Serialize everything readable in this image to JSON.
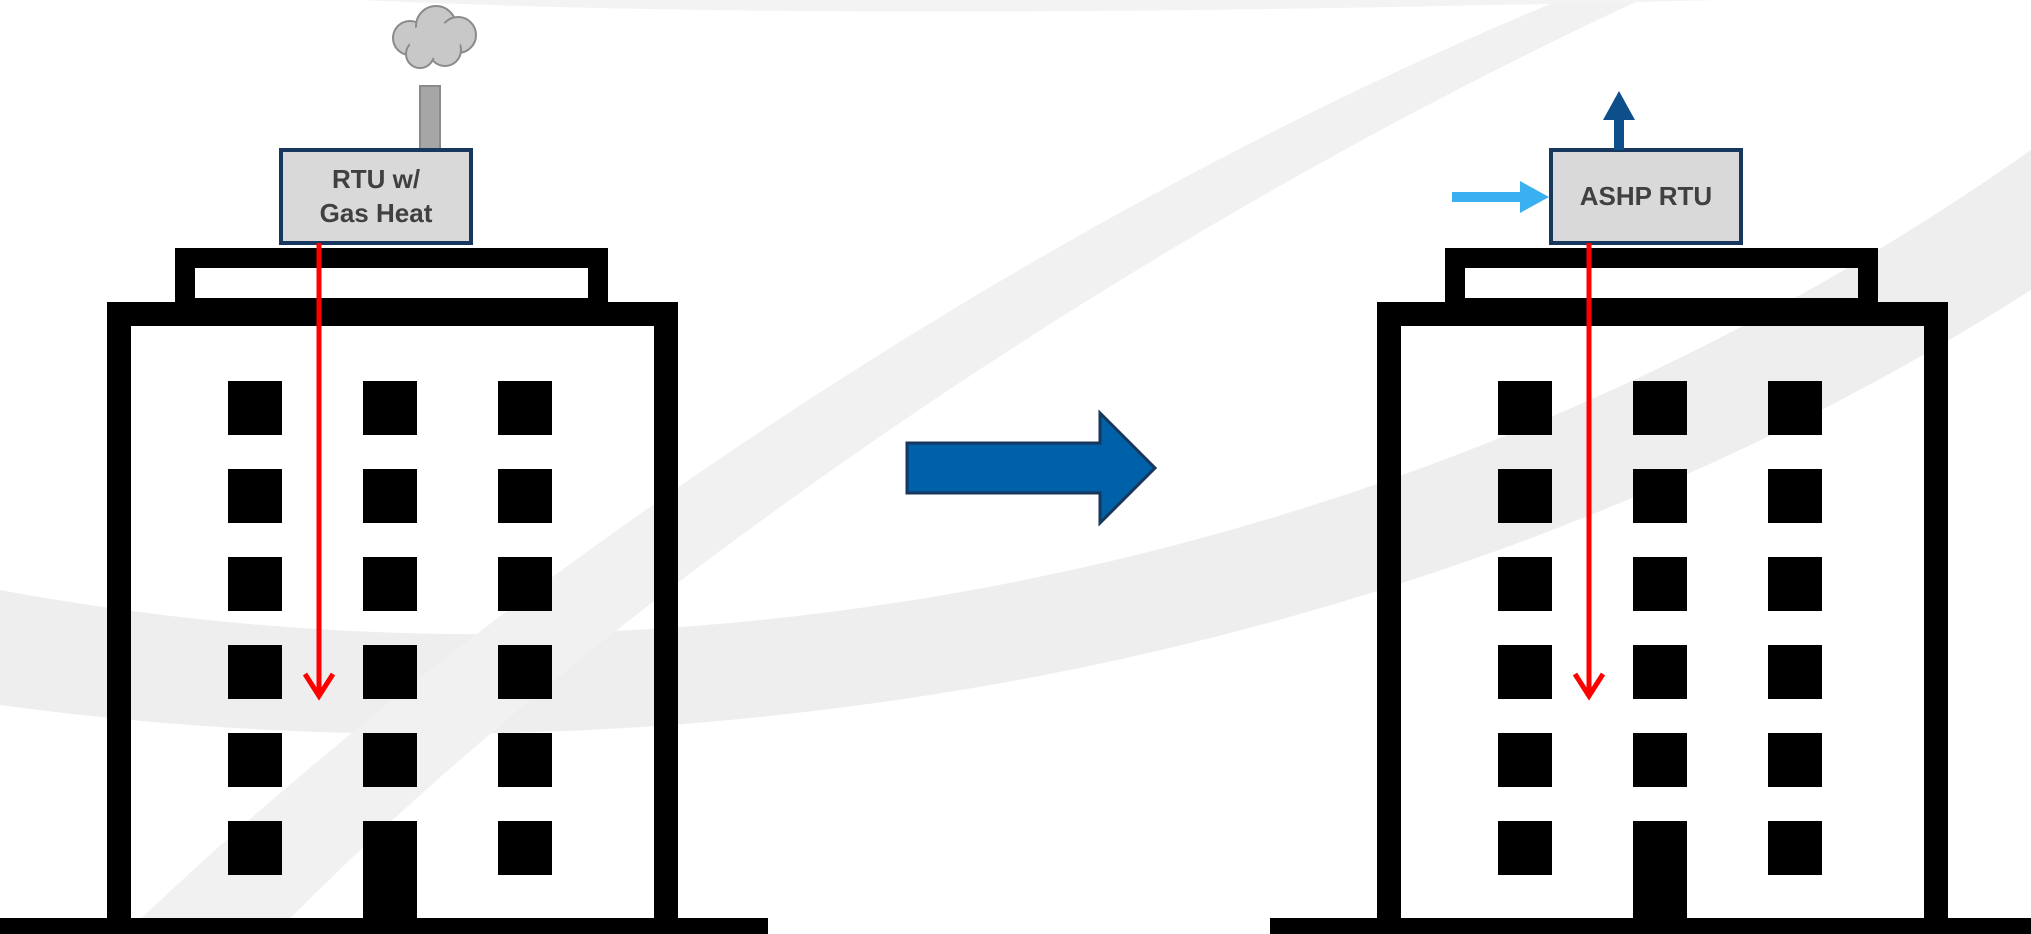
{
  "before": {
    "unit_label_line1": "RTU w/",
    "unit_label_line2": "Gas Heat"
  },
  "after": {
    "unit_label": "ASHP RTU"
  },
  "colors": {
    "unit_fill": "#d9d9d9",
    "unit_border": "#17375e",
    "building": "#000000",
    "heat_flow": "#ff0000",
    "transition_arrow": "#0060a8",
    "exhaust_arrow": "#0d4f8b",
    "intake_arrow": "#3ab0f0",
    "smoke": "#c8c8c8",
    "flue": "#a6a6a6",
    "background_swoosh": "#eeeeee"
  },
  "icons": {
    "smoke": "smoke-cloud-icon",
    "transition": "right-arrow-icon"
  }
}
